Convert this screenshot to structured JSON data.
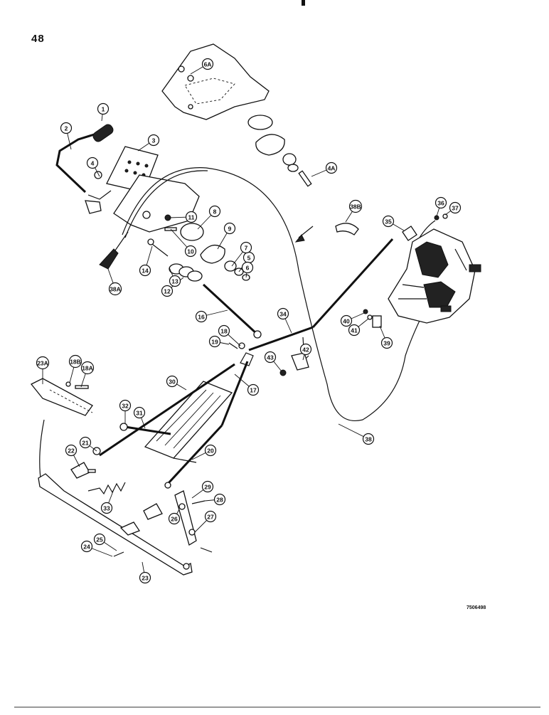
{
  "page_number": "48",
  "figure_code": "7506498",
  "callouts": [
    "1",
    "2",
    "3",
    "4",
    "4A",
    "5",
    "6",
    "6A",
    "7",
    "8",
    "9",
    "10",
    "11",
    "12",
    "13",
    "14",
    "16",
    "17",
    "18",
    "18A",
    "18B",
    "19",
    "20",
    "21",
    "22",
    "23",
    "23A",
    "24",
    "25",
    "26",
    "27",
    "28",
    "29",
    "30",
    "31",
    "32",
    "33",
    "34",
    "35",
    "36",
    "37",
    "38",
    "38A",
    "38B",
    "39",
    "40",
    "41",
    "42",
    "43"
  ]
}
